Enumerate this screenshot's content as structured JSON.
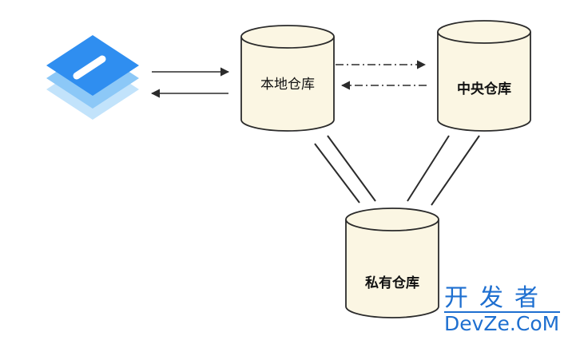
{
  "diagram": {
    "nodes": {
      "local_repo": {
        "label": "本地仓库"
      },
      "central_repo": {
        "label": "中央仓库"
      },
      "private_repo": {
        "label": "私有仓库"
      }
    },
    "colors": {
      "cylinder_fill": "#fbf6e3",
      "cylinder_stroke": "#2b2b2b",
      "arrow": "#2b2b2b",
      "icon_top": "#2f8ef0",
      "icon_mid": "#8cc8f7",
      "icon_bottom": "#c2e3fb",
      "watermark": "#1e6fd0"
    }
  },
  "watermark": {
    "cn": "开发者",
    "en": "DevZe.CoM"
  }
}
